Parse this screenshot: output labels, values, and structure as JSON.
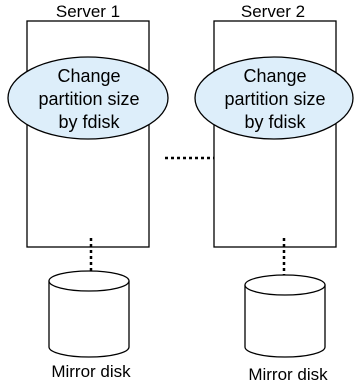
{
  "servers": [
    {
      "name": "Server 1",
      "action_lines": [
        "Change",
        "partition size",
        "by fdisk"
      ],
      "disk_label": "Mirror disk"
    },
    {
      "name": "Server 2",
      "action_lines": [
        "Change",
        "partition size",
        "by fdisk"
      ],
      "disk_label": "Mirror disk"
    }
  ],
  "colors": {
    "oval_fill": "#DDEEFA",
    "stroke": "#000000",
    "background": "#FFFFFF"
  }
}
